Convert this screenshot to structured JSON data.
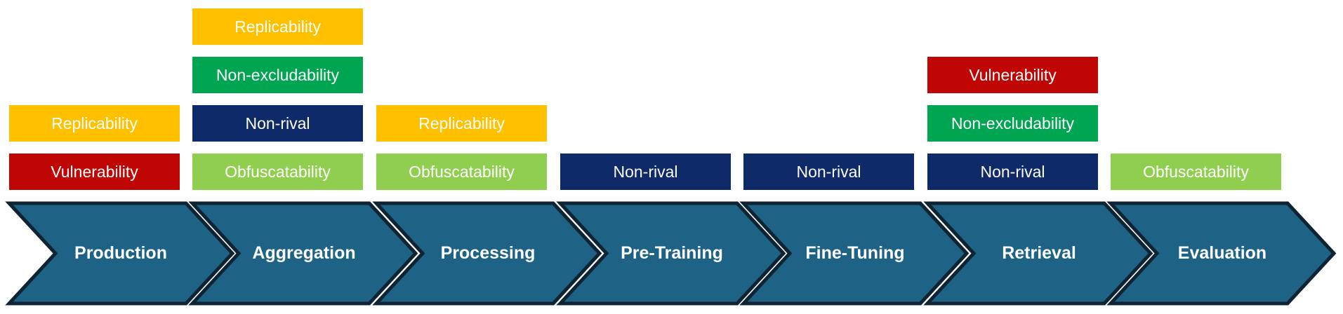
{
  "palette": {
    "yellow": "#FFC000",
    "red": "#C00505",
    "green": "#00A551",
    "navy": "#0F2A68",
    "lightgreen": "#8FCE4F",
    "teal": "#1E6385",
    "outline": "#0E2433",
    "label_text": "#FFFFFF"
  },
  "stages": [
    {
      "label": "Production",
      "tags": [
        {
          "label": "Vulnerability",
          "color": "red"
        },
        {
          "label": "Replicability",
          "color": "yellow"
        }
      ]
    },
    {
      "label": "Aggregation",
      "tags": [
        {
          "label": "Obfuscatability",
          "color": "lightgreen"
        },
        {
          "label": "Non-rival",
          "color": "navy"
        },
        {
          "label": "Non-excludability",
          "color": "green"
        },
        {
          "label": "Replicability",
          "color": "yellow"
        }
      ]
    },
    {
      "label": "Processing",
      "tags": [
        {
          "label": "Obfuscatability",
          "color": "lightgreen"
        },
        {
          "label": "Replicability",
          "color": "yellow"
        }
      ]
    },
    {
      "label": "Pre-Training",
      "tags": [
        {
          "label": "Non-rival",
          "color": "navy"
        }
      ]
    },
    {
      "label": "Fine-Tuning",
      "tags": [
        {
          "label": "Non-rival",
          "color": "navy"
        }
      ]
    },
    {
      "label": "Retrieval",
      "tags": [
        {
          "label": "Non-rival",
          "color": "navy"
        },
        {
          "label": "Non-excludability",
          "color": "green"
        },
        {
          "label": "Vulnerability",
          "color": "red"
        }
      ]
    },
    {
      "label": "Evaluation",
      "tags": [
        {
          "label": "Obfuscatability",
          "color": "lightgreen"
        }
      ]
    }
  ]
}
